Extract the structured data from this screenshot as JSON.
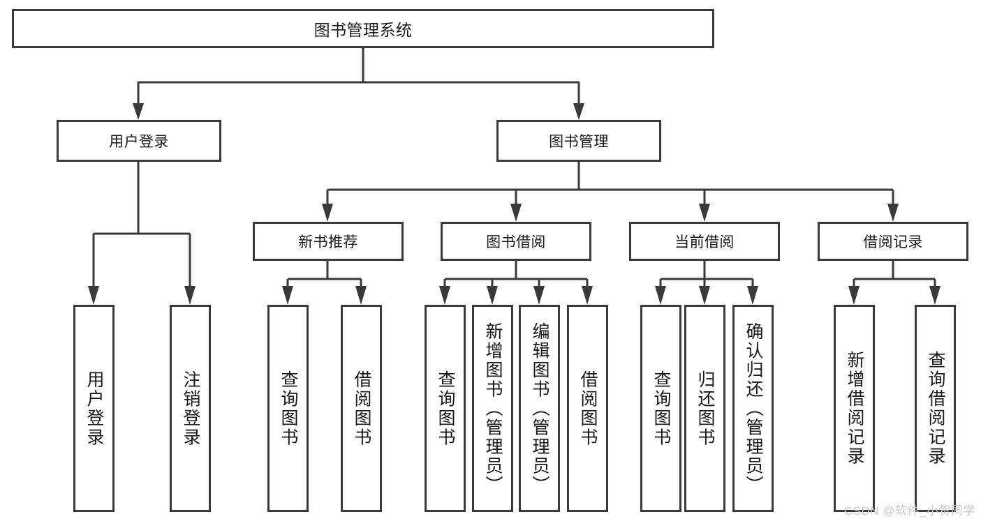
{
  "diagram": {
    "title": "图书管理系统",
    "type": "functional-structure-tree",
    "colors": {
      "stroke": "#3a3a3a",
      "fill": "#ffffff",
      "text": "#1a1a1a",
      "watermark": "#c8c8c8"
    },
    "root": {
      "label": "图书管理系统"
    },
    "level2": [
      {
        "label": "用户登录"
      },
      {
        "label": "图书管理"
      }
    ],
    "level3": [
      {
        "label": "新书推荐"
      },
      {
        "label": "图书借阅"
      },
      {
        "label": "当前借阅"
      },
      {
        "label": "借阅记录"
      }
    ],
    "leaves": {
      "user_login": [
        {
          "label": "用户登录"
        },
        {
          "label": "注销登录"
        }
      ],
      "new_book_recommend": [
        {
          "label": "查询图书"
        },
        {
          "label": "借阅图书"
        }
      ],
      "book_borrow": [
        {
          "label": "查询图书"
        },
        {
          "label": "新增图书（管理员）"
        },
        {
          "label": "编辑图书（管理员）"
        },
        {
          "label": "借阅图书"
        }
      ],
      "current_borrow": [
        {
          "label": "查询图书"
        },
        {
          "label": "归还图书"
        },
        {
          "label": "确认归还（管理员）"
        }
      ],
      "borrow_record": [
        {
          "label": "新增借阅记录"
        },
        {
          "label": "查询借阅记录"
        }
      ]
    }
  },
  "watermark": {
    "text": "CSDN @软件_小贺同学"
  }
}
